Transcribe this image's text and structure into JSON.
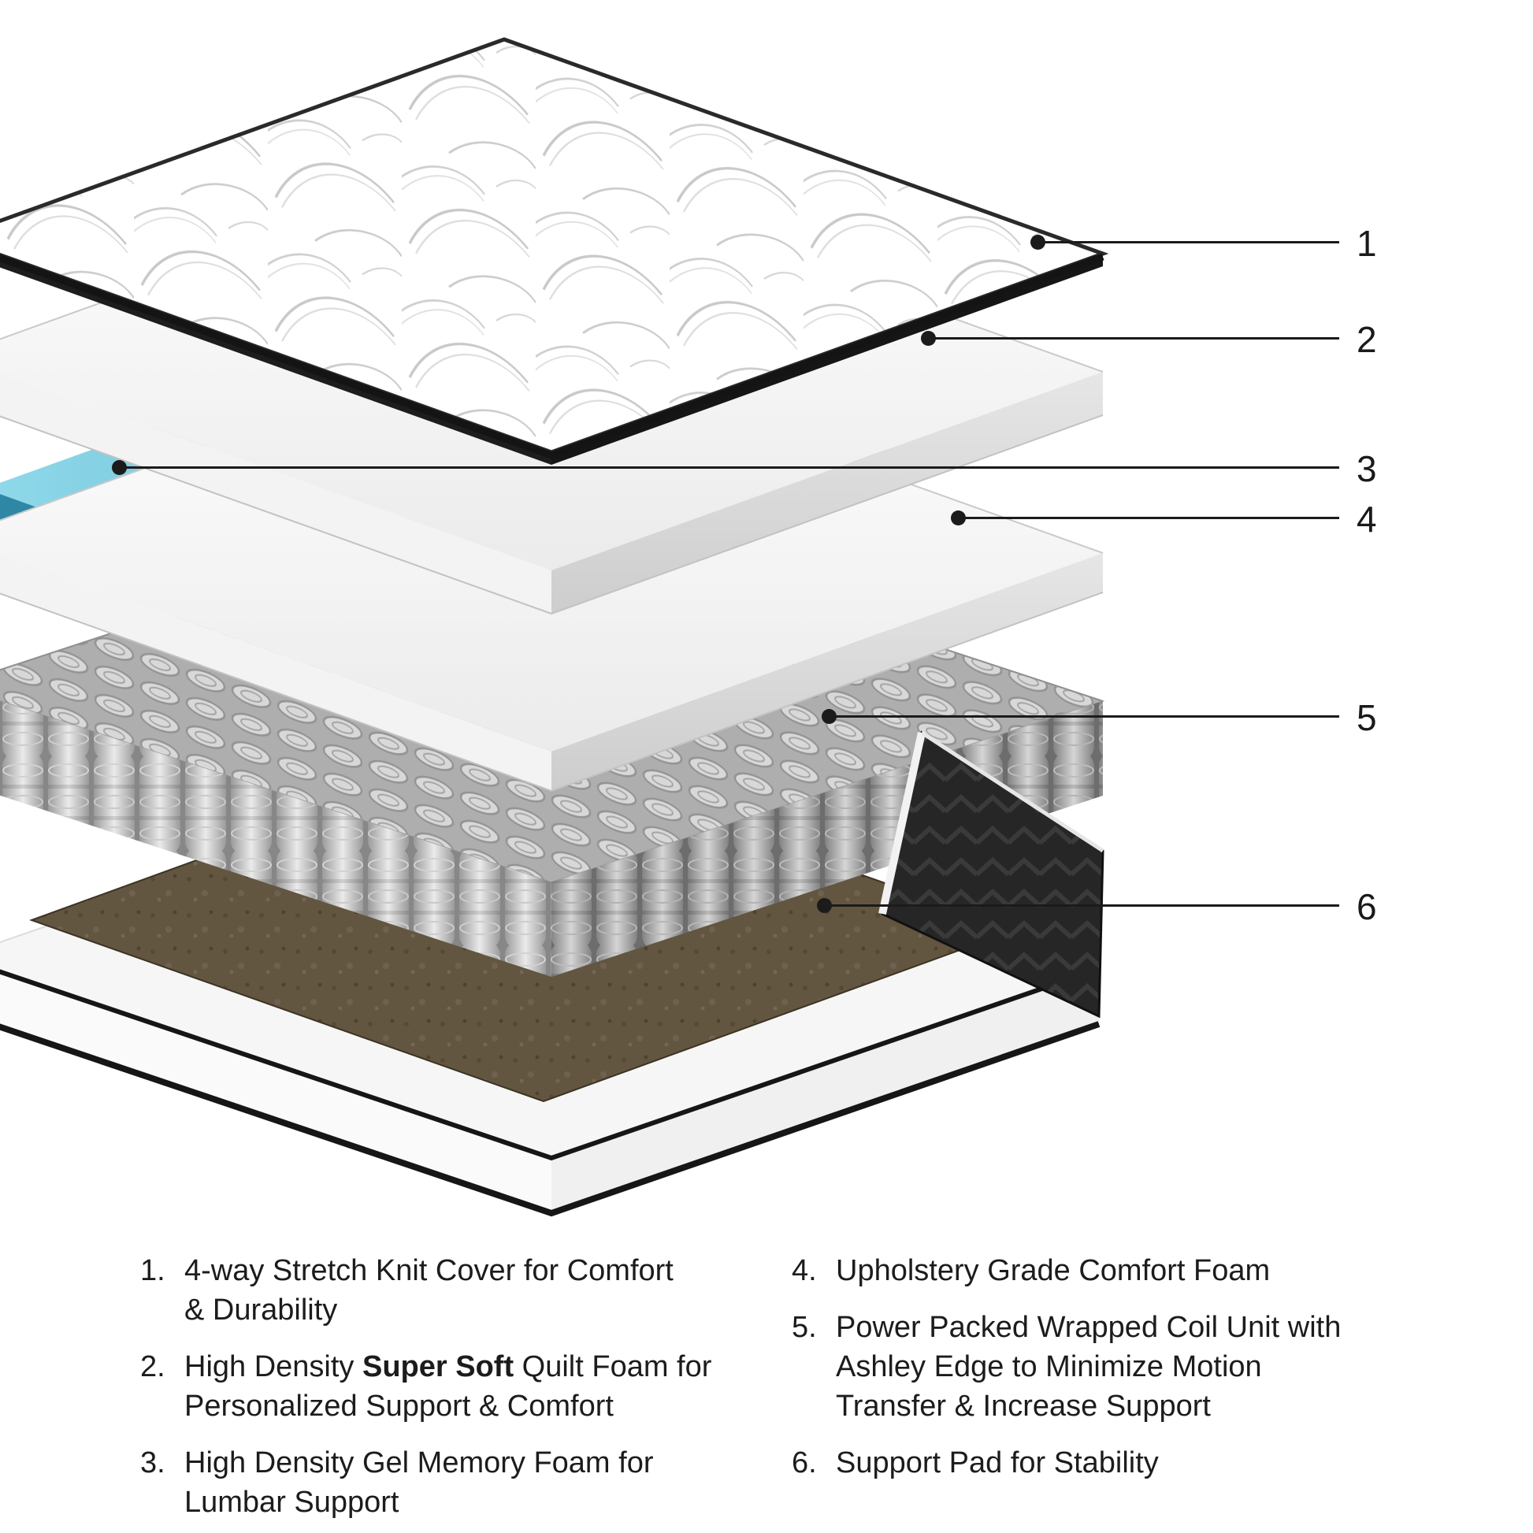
{
  "callouts": [
    "1",
    "2",
    "3",
    "4",
    "5",
    "6"
  ],
  "legend": {
    "left": [
      {
        "num": "1.",
        "text": "4-way Stretch Knit Cover for Comfort\n& Durability"
      },
      {
        "num": "2.",
        "pre": "High Density ",
        "bold": "Super Soft",
        "post": " Quilt Foam for\nPersonalized Support & Comfort"
      },
      {
        "num": "3.",
        "text": "High Density Gel Memory Foam for\nLumbar Support"
      }
    ],
    "right": [
      {
        "num": "4.",
        "text": "Upholstery Grade Comfort Foam"
      },
      {
        "num": "5.",
        "text": "Power Packed Wrapped Coil Unit with\nAshley Edge to Minimize Motion\nTransfer & Increase Support"
      },
      {
        "num": "6.",
        "text": "Support Pad for Stability"
      }
    ]
  },
  "layers": [
    {
      "id": 1,
      "name": "stretch-knit-cover"
    },
    {
      "id": 2,
      "name": "super-soft-quilt-foam"
    },
    {
      "id": 3,
      "name": "gel-memory-foam"
    },
    {
      "id": 4,
      "name": "comfort-foam"
    },
    {
      "id": 5,
      "name": "wrapped-coil-unit"
    },
    {
      "id": 6,
      "name": "support-pad"
    }
  ],
  "colors": {
    "gel_foam": "#59b6d2",
    "support_pad": "#635641",
    "coil_gray": "#c9c9c9",
    "line_black": "#1b1b1b"
  }
}
